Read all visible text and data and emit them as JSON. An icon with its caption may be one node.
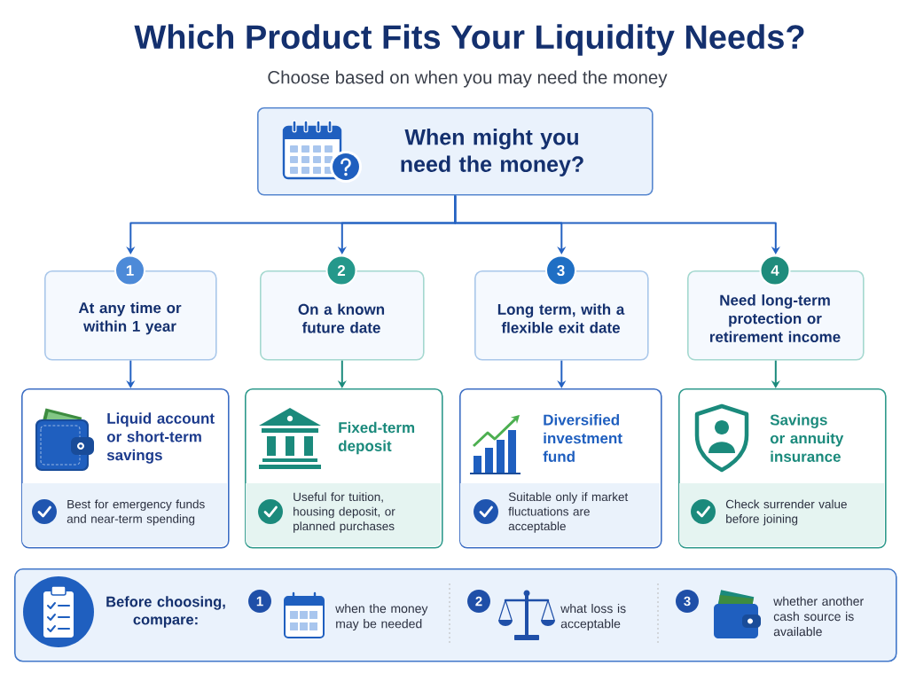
{
  "diagram": {
    "title": "Which Product Fits Your Liquidity Needs?",
    "nodes": [
      {
        "text": [
          "When might you need the money?"
        ]
      },
      {
        "text": [
          "1",
          "At any time or within 1 year"
        ]
      },
      {
        "text": [
          "2",
          "On a known future date"
        ]
      },
      {
        "text": [
          "3",
          "Long term, with a flexible exit date"
        ]
      },
      {
        "text": [
          "4",
          "Need long-term protection or retirement income"
        ]
      },
      {
        "text": [
          "Liquid account or short-term savings",
          "Best for emergency funds and near-term spending"
        ]
      },
      {
        "text": [
          "Fixed-term deposit",
          "Useful for tuition, housing deposit, or planned purchases"
        ]
      },
      {
        "text": [
          "Diversified investment fund",
          "Suitable only if market fluctuations are acceptable"
        ]
      },
      {
        "text": [
          "Savings or annuity insurance",
          "Check surrender value before joining"
        ]
      },
      {
        "text": [
          "Before choosing, compare:",
          "1",
          "when the money may be needed",
          "2",
          "what loss is acceptable",
          "3",
          "whether another cash source is available"
        ]
      }
    ],
    "edges": [
      {
        "from": 0,
        "to": 1,
        "arrow": "to"
      },
      {
        "from": 0,
        "to": 2,
        "arrow": "to"
      },
      {
        "from": 0,
        "to": 3,
        "arrow": "to"
      },
      {
        "from": 0,
        "to": 4,
        "arrow": "to"
      },
      {
        "from": 1,
        "to": 5,
        "arrow": "to"
      },
      {
        "from": 2,
        "to": 6,
        "arrow": "to",
        "color": "#1b8a7c"
      },
      {
        "from": 3,
        "to": 7,
        "arrow": "to"
      },
      {
        "from": 4,
        "to": 8,
        "arrow": "to",
        "color": "#1b8a7c"
      }
    ],
    "labels": [
      "Choose based on when you may need the money"
    ]
  }
}
